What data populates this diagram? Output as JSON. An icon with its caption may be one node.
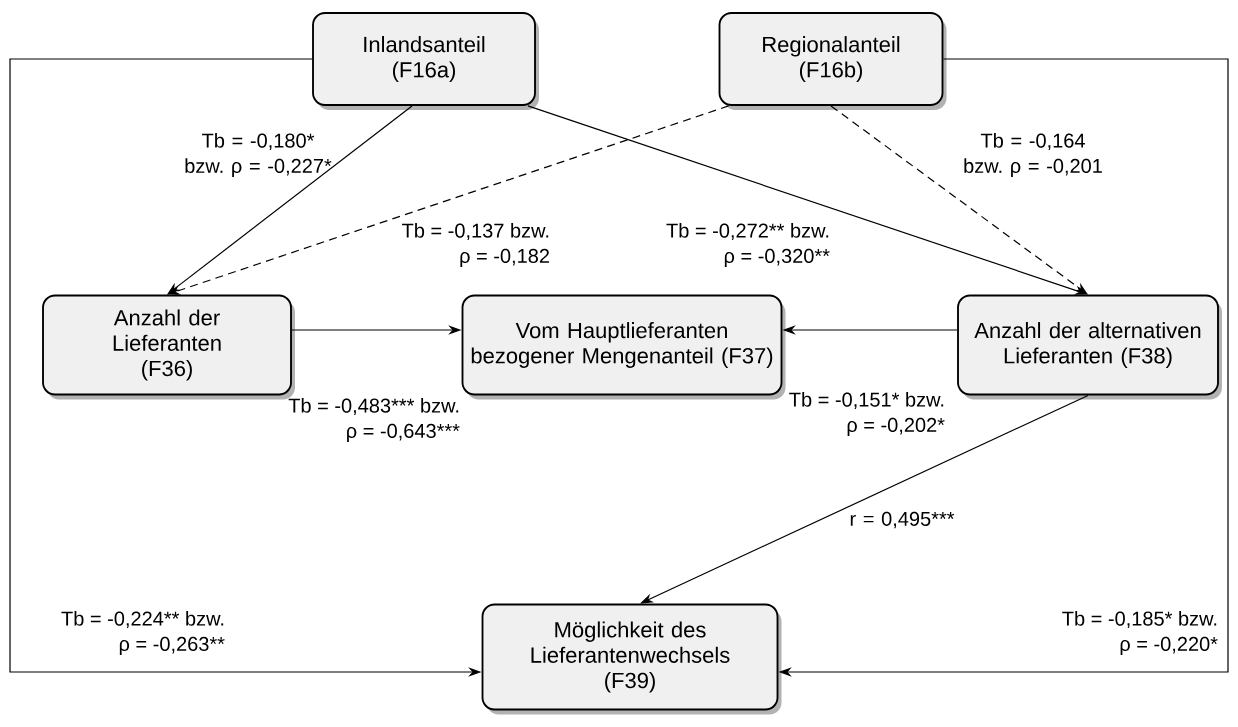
{
  "diagram": {
    "nodes": [
      {
        "text": [
          "Inlandsanteil (F16a)"
        ]
      },
      {
        "text": [
          "Regionalanteil (F16b)"
        ]
      },
      {
        "text": [
          "Anzahl der Lieferanten (F36)"
        ]
      },
      {
        "text": [
          "Vom Hauptlieferanten bezogener Mengenanteil (F37)"
        ]
      },
      {
        "text": [
          "Anzahl der alternativen Lieferanten (F38)"
        ]
      },
      {
        "text": [
          "Möglichkeit des Lieferantenwechsels (F39)"
        ]
      }
    ],
    "edges": [
      {
        "from": 0,
        "to": 2,
        "arrow": "to",
        "label": "Tb = -0,180* bzw. ρ = -0,227*"
      },
      {
        "from": 1,
        "to": 2,
        "arrow": "to",
        "style": "dashed",
        "label": "Tb = -0,137 bzw. ρ = -0,182"
      },
      {
        "from": 0,
        "to": 4,
        "arrow": "to",
        "label": "Tb = -0,272** bzw. ρ = -0,320**"
      },
      {
        "from": 1,
        "to": 4,
        "arrow": "to",
        "style": "dashed",
        "label": "Tb = -0,164 bzw. ρ = -0,201"
      },
      {
        "from": 2,
        "to": 3,
        "arrow": "to",
        "label": "Tb = -0,483*** bzw. ρ = -0,643***"
      },
      {
        "from": 4,
        "to": 3,
        "arrow": "to",
        "label": "Tb = -0,151* bzw. ρ = -0,202*"
      },
      {
        "from": 4,
        "to": 5,
        "arrow": "to",
        "label": "r = 0,495***"
      },
      {
        "from": 0,
        "to": 5,
        "arrow": "to",
        "label": "Tb = -0,224** bzw. ρ = -0,263**"
      },
      {
        "from": 1,
        "to": 5,
        "arrow": "to",
        "label": "Tb = -0,185* bzw. ρ = -0,220*"
      }
    ]
  }
}
